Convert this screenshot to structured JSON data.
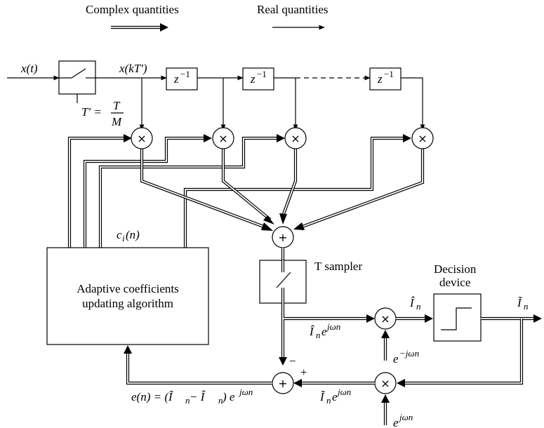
{
  "legend": {
    "complex_label": "Complex quantities",
    "real_label": "Real quantities"
  },
  "signals": {
    "input": "x(t)",
    "sampled": "x(kT′)",
    "delay": "z",
    "delay_exp": "−1",
    "sampling_period_lhs": "T′ =",
    "sampling_period_num": "T",
    "sampling_period_den": "M",
    "coefficients": "c",
    "coefficients_sub": "i",
    "coefficients_arg": "(n)",
    "multiply": "×",
    "add": "+"
  },
  "blocks": {
    "adaptive_line1": "Adaptive coefficients",
    "adaptive_line2": "updating algorithm",
    "sampler": "T sampler",
    "decision_line1": "Decision",
    "decision_line2": "device"
  },
  "outputs": {
    "equalized": "Î",
    "equalized_sub": "n",
    "equalized_rot": "Î",
    "rot_exp": "jωn",
    "decision": "Ĩ",
    "decision_rot": "Ĩ",
    "derot": "e",
    "derot_exp": "−jωn",
    "rot": "e",
    "rot_exp2": "jωn",
    "error": "e(n) = (Ĩ",
    "error_mid": " − Î",
    "error_end": ") e",
    "error_exp": "jωn",
    "minus_sign": "−",
    "plus_sign": "+"
  }
}
